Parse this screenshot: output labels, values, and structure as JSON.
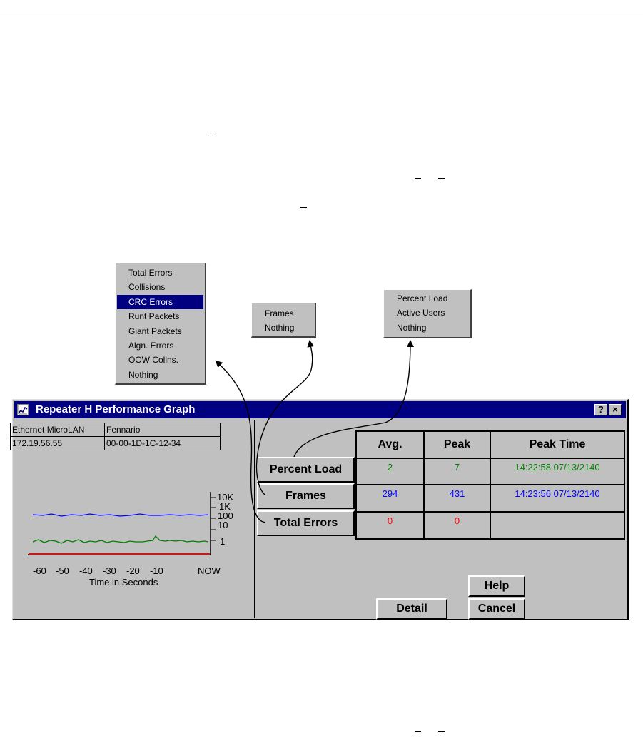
{
  "menus": {
    "errors": {
      "items": [
        "Total Errors",
        "Collisions",
        "CRC Errors",
        "Runt Packets",
        "Giant Packets",
        "Algn. Errors",
        "OOW Collns.",
        "Nothing"
      ],
      "selected_index": 2
    },
    "frames": {
      "items": [
        "Frames",
        "Nothing"
      ]
    },
    "load": {
      "items": [
        "Percent Load",
        "Active Users",
        "Nothing"
      ]
    }
  },
  "window": {
    "title": "Repeater H Performance Graph",
    "help_glyph": "?",
    "close_glyph": "×"
  },
  "device": {
    "name": "Ethernet MicroLAN",
    "location": "Fennario",
    "ip": "172.19.56.55",
    "mac": "00-00-1D-1C-12-34"
  },
  "graph": {
    "y_labels": [
      "10K",
      "1K",
      "100",
      "10",
      "1"
    ],
    "x_labels": [
      "-60",
      "-50",
      "-40",
      "-30",
      "-20",
      "-10",
      "NOW"
    ],
    "x_title": "Time in Seconds",
    "series_colors": {
      "load": "#008000",
      "frames": "#0000ff",
      "errors": "#ff0000"
    }
  },
  "buttons": {
    "percent_load": "Percent Load",
    "frames": "Frames",
    "total_errors": "Total Errors",
    "detail": "Detail",
    "help": "Help",
    "cancel": "Cancel"
  },
  "stats": {
    "headers": [
      "Avg.",
      "Peak",
      "Peak Time"
    ],
    "rows": [
      {
        "avg": "2",
        "peak": "7",
        "peak_time": "14:22:58 07/13/2140"
      },
      {
        "avg": "294",
        "peak": "431",
        "peak_time": "14:23:56 07/13/2140"
      },
      {
        "avg": "0",
        "peak": "0",
        "peak_time": ""
      }
    ]
  }
}
